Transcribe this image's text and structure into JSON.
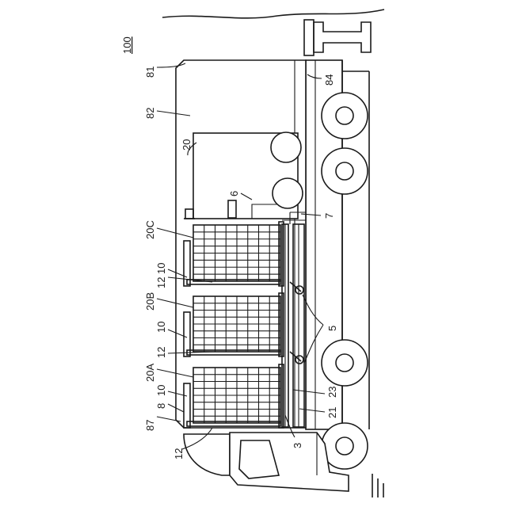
{
  "figure": {
    "labels": {
      "l100": "100",
      "l81": "81",
      "l82": "82",
      "l84": "84",
      "l20": "20",
      "l6": "6",
      "l7": "7",
      "l20C": "20C",
      "l12a": "12",
      "l10a": "10",
      "l20B": "20B",
      "l10b": "10",
      "l12b": "12",
      "l5": "5",
      "l20A": "20A",
      "l10c": "10",
      "l8": "8",
      "l87": "87",
      "l23": "23",
      "l21": "21",
      "l3": "3",
      "l12c": "12"
    }
  }
}
